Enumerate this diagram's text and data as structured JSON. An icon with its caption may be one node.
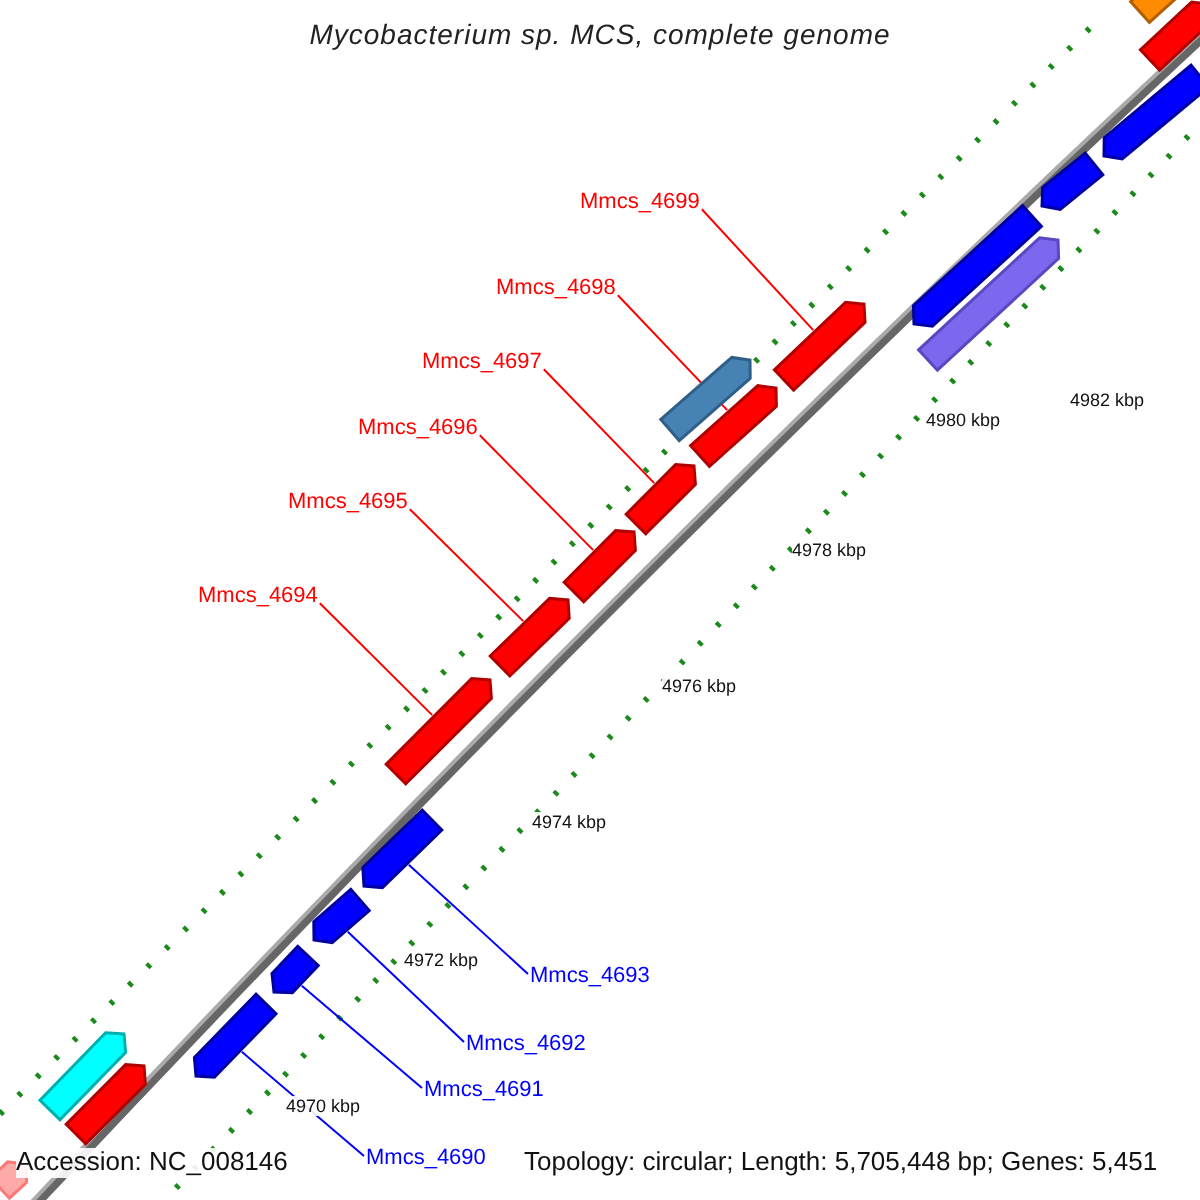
{
  "diagram": {
    "title": "Mycobacterium sp. MCS, complete genome",
    "nodes": [
      {
        "text": [
          "Mmcs_4699"
        ]
      },
      {
        "text": [
          "Mmcs_4698"
        ]
      },
      {
        "text": [
          "Mmcs_4697"
        ]
      },
      {
        "text": [
          "Mmcs_4696"
        ]
      },
      {
        "text": [
          "Mmcs_4695"
        ]
      },
      {
        "text": [
          "Mmcs_4694"
        ]
      },
      {
        "text": [
          "Mmcs_4693"
        ]
      },
      {
        "text": [
          "Mmcs_4692"
        ]
      },
      {
        "text": [
          "Mmcs_4691"
        ]
      },
      {
        "text": [
          "Mmcs_4690"
        ]
      },
      {
        "text": [],
        "shape": "box"
      },
      {
        "text": [],
        "shape": "box"
      },
      {
        "text": [],
        "shape": "box"
      },
      {
        "text": [],
        "shape": "box"
      },
      {
        "text": [],
        "shape": "box"
      },
      {
        "text": [],
        "shape": "box"
      },
      {
        "text": [],
        "shape": "box"
      },
      {
        "text": [],
        "shape": "box"
      },
      {
        "text": [],
        "shape": "box"
      },
      {
        "text": [],
        "shape": "box"
      },
      {
        "text": [],
        "shape": "box"
      },
      {
        "text": [],
        "shape": "box"
      },
      {
        "text": [],
        "shape": "box"
      },
      {
        "text": [],
        "shape": "box"
      },
      {
        "text": [],
        "shape": "box"
      },
      {
        "text": [],
        "shape": "box"
      },
      {
        "text": [],
        "shape": "box"
      },
      {
        "text": [],
        "shape": "box"
      },
      {
        "text": [],
        "shape": "box"
      },
      {
        "text": [],
        "shape": "box"
      }
    ],
    "edges": [
      {
        "from": 0,
        "to": 16,
        "arrow": "none",
        "color": "#ff0000"
      },
      {
        "from": 1,
        "to": 18,
        "arrow": "none",
        "color": "#ff0000"
      },
      {
        "from": 2,
        "to": 19,
        "arrow": "none",
        "color": "#ff0000"
      },
      {
        "from": 3,
        "to": 20,
        "arrow": "none",
        "color": "#ff0000"
      },
      {
        "from": 4,
        "to": 21,
        "arrow": "none",
        "color": "#ff0000"
      },
      {
        "from": 5,
        "to": 22,
        "arrow": "none",
        "color": "#ff0000"
      },
      {
        "from": 6,
        "to": 23,
        "arrow": "none",
        "color": "#0000ff"
      },
      {
        "from": 7,
        "to": 24,
        "arrow": "none",
        "color": "#0000ff"
      },
      {
        "from": 8,
        "to": 25,
        "arrow": "none",
        "color": "#0000ff"
      },
      {
        "from": 9,
        "to": 26,
        "arrow": "none",
        "color": "#0000ff"
      }
    ],
    "labels": [
      "4982 kbp",
      "4980 kbp",
      "4978 kbp",
      "4976 kbp",
      "4974 kbp",
      "4972 kbp",
      "4970 kbp",
      "Accession: NC_008146",
      "Topology: circular; Length: 5,705,448 bp; Genes: 5,451"
    ]
  }
}
